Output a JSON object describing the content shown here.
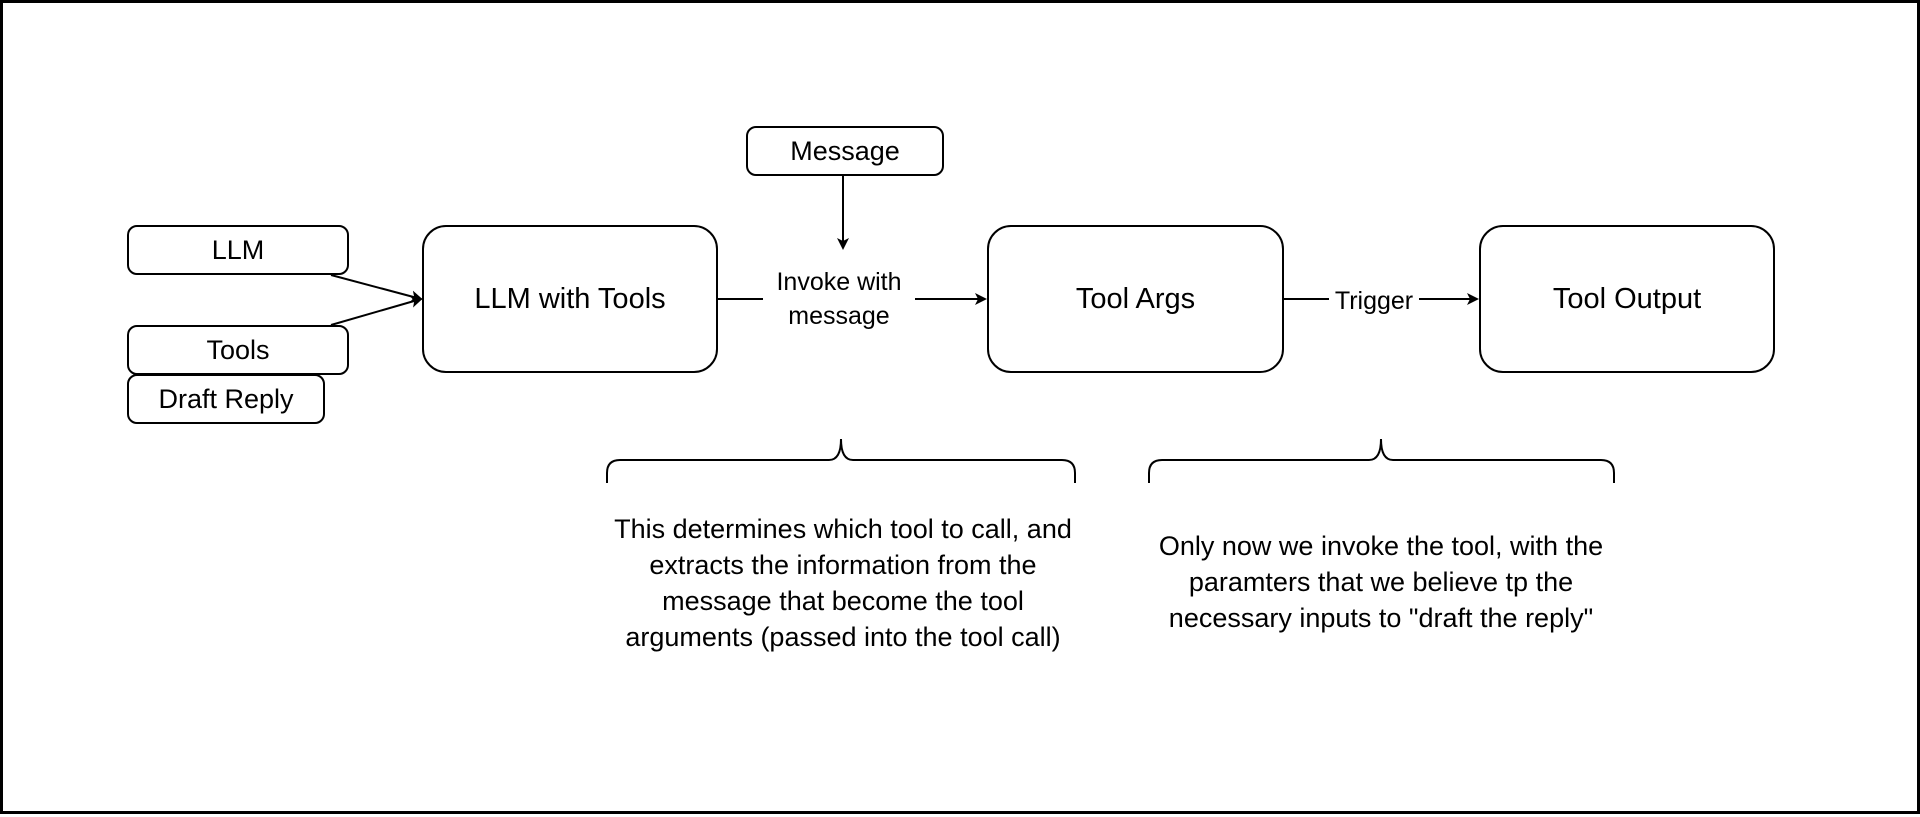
{
  "nodes": {
    "llm": "LLM",
    "tools": "Tools",
    "draft_reply": "Draft Reply",
    "message": "Message",
    "llm_with_tools": "LLM with Tools",
    "tool_args": "Tool Args",
    "tool_output": "Tool Output"
  },
  "edges": {
    "invoke_line1": "Invoke with",
    "invoke_line2": "message",
    "trigger": "Trigger"
  },
  "notes": {
    "left": [
      "This determines which tool to call, and",
      "extracts the information from the",
      "message that become the tool",
      "arguments (passed into the tool call)"
    ],
    "right": [
      "Only now we invoke the tool, with the",
      "paramters that we believe tp the",
      "necessary inputs to \"draft the reply\""
    ]
  },
  "colors": {
    "stroke": "#000000",
    "background": "#ffffff"
  }
}
